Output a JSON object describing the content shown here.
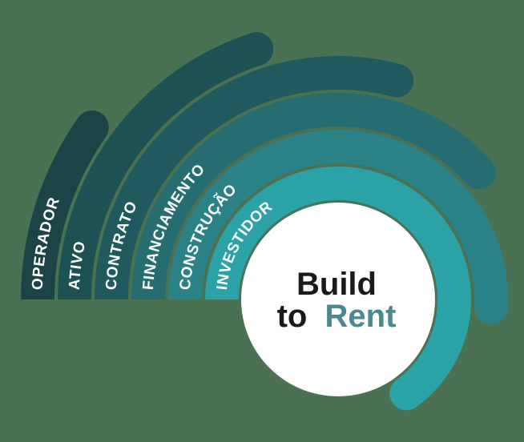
{
  "page": {
    "background_color": "#4a7152"
  },
  "diagram": {
    "type": "radial-arc-diagram",
    "center_label": {
      "line1": "Build",
      "line2_prefix": "to",
      "line2_accent": "Rent"
    },
    "colors": {
      "accent": "#4a898f",
      "center_text": "#1a1a1a",
      "center_circle": "#ffffff",
      "label_text": "#ffffff"
    },
    "start_angle": 180,
    "rings": [
      {
        "label": "OPERADOR",
        "color": "#1c4447",
        "radius": 375,
        "end_angle": 145
      },
      {
        "label": "ATIVO",
        "color": "#1e5154",
        "radius": 329,
        "end_angle": 108
      },
      {
        "label": "CONTRATO",
        "color": "#215a5e",
        "radius": 283,
        "end_angle": 75
      },
      {
        "label": "FINANCIAMENTO",
        "color": "#266d72",
        "radius": 237,
        "end_angle": 42
      },
      {
        "label": "CONSTRUÇÃO",
        "color": "#2b8286",
        "radius": 191,
        "end_angle": -3
      },
      {
        "label": "INVESTIDOR",
        "color": "#2aa2a6",
        "radius": 145,
        "end_angle": -54
      }
    ]
  }
}
